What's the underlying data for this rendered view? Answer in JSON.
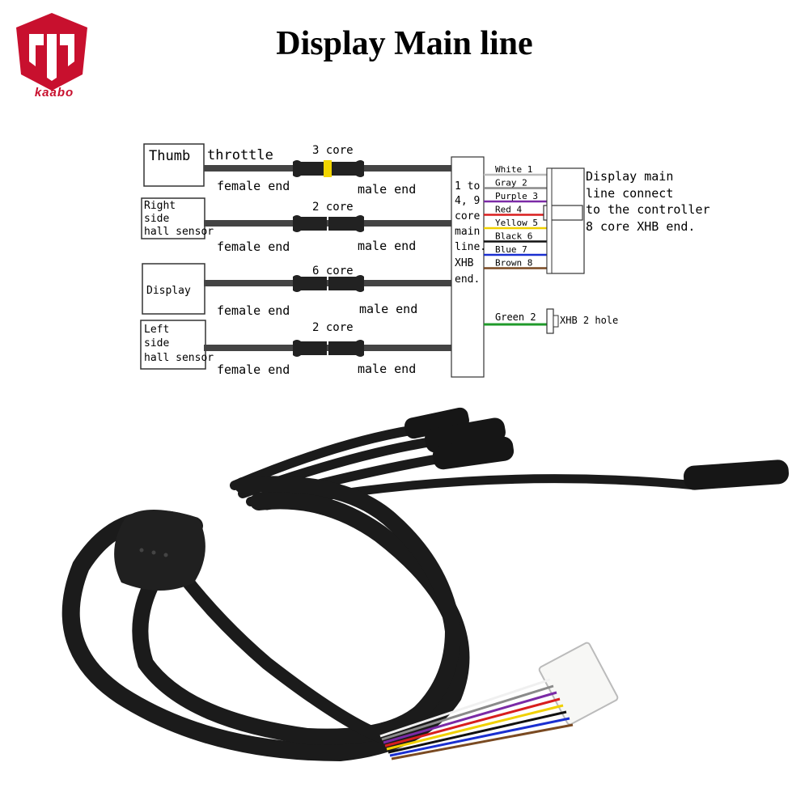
{
  "brand": {
    "logo_text": "kaabo"
  },
  "title": "Display Main line",
  "branches": [
    {
      "label_lines": [
        "Thumb"
      ],
      "extra_label": "throttle",
      "core": "3 core",
      "female": "female end",
      "male": "male end"
    },
    {
      "label_lines": [
        "Right",
        "side",
        "hall sensor"
      ],
      "core": "2 core",
      "female": "female end",
      "male": "male end"
    },
    {
      "label_lines": [
        "Display"
      ],
      "core": "6 core",
      "female": "female end",
      "male": "male end"
    },
    {
      "label_lines": [
        "Left",
        "side",
        "hall sensor"
      ],
      "core": "2 core",
      "female": "female end",
      "male": "male end"
    }
  ],
  "main_line_label": [
    "1 to",
    "4, 9",
    "core",
    "main",
    "line.",
    "XHB",
    "end."
  ],
  "wires": [
    {
      "label": "White 1",
      "color": "#f2f2f2"
    },
    {
      "label": "Gray 2",
      "color": "#8a8a8a"
    },
    {
      "label": "Purple 3",
      "color": "#7b2aa6"
    },
    {
      "label": "Red 4",
      "color": "#d81e1e"
    },
    {
      "label": "Yellow 5",
      "color": "#f0d000"
    },
    {
      "label": "Black 6",
      "color": "#111111"
    },
    {
      "label": "Blue 7",
      "color": "#1a2fd0"
    },
    {
      "label": "Brown 8",
      "color": "#7a4a22"
    }
  ],
  "green_wire": {
    "label": "Green 2",
    "color": "#1f9a2a",
    "connector_label": "XHB 2 hole"
  },
  "connector_note": [
    "Display main",
    "line connect",
    "to the controller",
    "8 core XHB end."
  ]
}
